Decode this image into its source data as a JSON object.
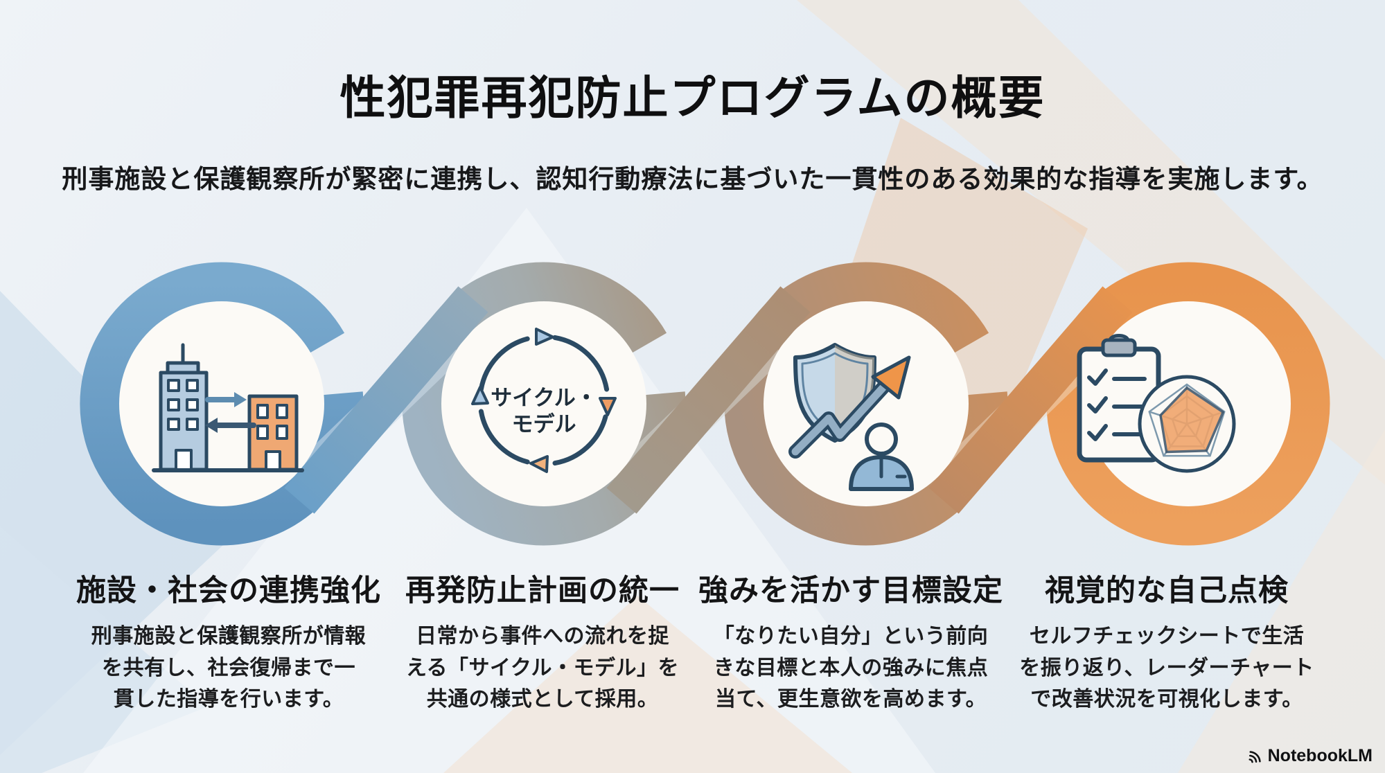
{
  "title": "性犯罪再犯防止プログラムの概要",
  "subtitle": "刑事施設と保護観察所が緊密に連携し、認知行動療法に基づいた一貫性のある効果的な指導を実施します。",
  "steps": [
    {
      "heading": "施設・社会の連携強化",
      "body": "刑事施設と保護観察所が情報\nを共有し、社会復帰まで一\n貫した指導を行います。",
      "icon": "buildings-exchange-icon",
      "ring_color": "#6ba0c8"
    },
    {
      "heading": "再発防止計画の統一",
      "body": "日常から事件への流れを捉\nえる「サイクル・モデル」を\n共通の様式として採用。",
      "icon": "cycle-arrows-icon",
      "icon_label_lines": [
        "サイクル・",
        "モデル"
      ],
      "ring_color": "#a3a596"
    },
    {
      "heading": "強みを活かす目標設定",
      "body": "「なりたい自分」という前向\nきな目標と本人の強みに焦点\n当て、更生意欲を高めます。",
      "icon": "shield-growth-person-icon",
      "ring_color": "#bb8f6c"
    },
    {
      "heading": "視覚的な自己点検",
      "body": "セルフチェックシートで生活\nを振り返り、レーダーチャート\nで改善状況を可視化します。",
      "icon": "clipboard-radar-chart-icon",
      "ring_color": "#e9964f"
    }
  ],
  "footer": {
    "brand": "NotebookLM",
    "icon": "notebooklm-logo-icon"
  },
  "colors": {
    "background": "#e9eef3",
    "ring_blue": "#6ba0c8",
    "ring_gray": "#a3a596",
    "ring_brown": "#bb8f6c",
    "ring_orange": "#e9964f",
    "outline_navy": "#2b4a63",
    "accent_orange": "#ef9549",
    "inner_circle": "#fcfaf6",
    "text_dark": "#141415"
  }
}
